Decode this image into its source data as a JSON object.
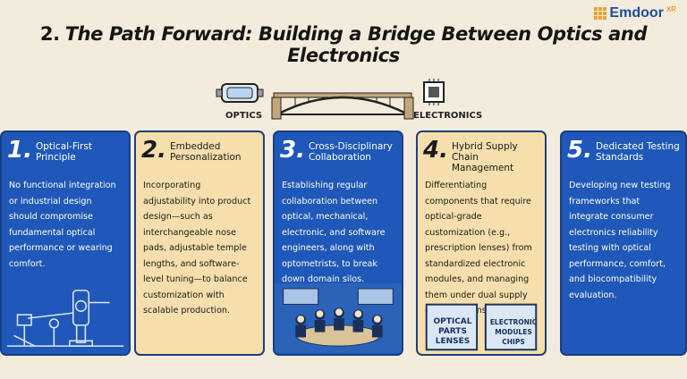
{
  "logo": {
    "text": "Emdoor",
    "suffix": "XR",
    "color": "#f0a030"
  },
  "title": {
    "number": "2.",
    "text": "The Path Forward: Building a Bridge Between Optics and Electronics"
  },
  "bridge": {
    "left_label": "OPTICS",
    "right_label": "ELECTRONICS",
    "left_icon": "vr-goggles-icon",
    "right_icon": "chip-icon"
  },
  "colors": {
    "blue": "#1f58b8",
    "cream": "#f6dfac",
    "background": "#f3ecdc"
  },
  "cards": [
    {
      "number": "1.",
      "title": "Optical-First Principle",
      "style": "blue",
      "body": "No functional integration or industrial design should compromise fundamental optical performance or wearing comfort.",
      "illustration": "optical-bench-icon"
    },
    {
      "number": "2.",
      "title": "Embedded Personalization",
      "style": "cream",
      "body": "Incorporating adjustability into product design—such as interchangeable nose pads, adjustable temple lengths, and software-level tuning—to balance customization with scalable production.",
      "illustration": ""
    },
    {
      "number": "3.",
      "title": "Cross-Disciplinary Collaboration",
      "style": "blue",
      "body": "Establishing regular collaboration between optical, mechanical, electronic, and software engineers, along with optometrists, to break down domain silos.",
      "illustration": "team-meeting-icon"
    },
    {
      "number": "4.",
      "title": "Hybrid Supply Chain Management",
      "style": "cream",
      "body": "Differentiating components that require optical-grade customization (e.g., prescription lenses) from standardized electronic modules, and managing them under dual supply chain systems.",
      "illustration": "supply-boxes-icon",
      "box_left": [
        "OPTICAL",
        "PARTS",
        "LENSES"
      ],
      "box_right": [
        "ELECTRONIC",
        "MODULES",
        "CHIPS"
      ]
    },
    {
      "number": "5.",
      "title": "Dedicated Testing Standards",
      "style": "blue",
      "body": "Developing new testing frameworks that integrate consumer electronics reliability testing with optical performance, comfort, and biocompatibility evaluation.",
      "illustration": ""
    }
  ]
}
